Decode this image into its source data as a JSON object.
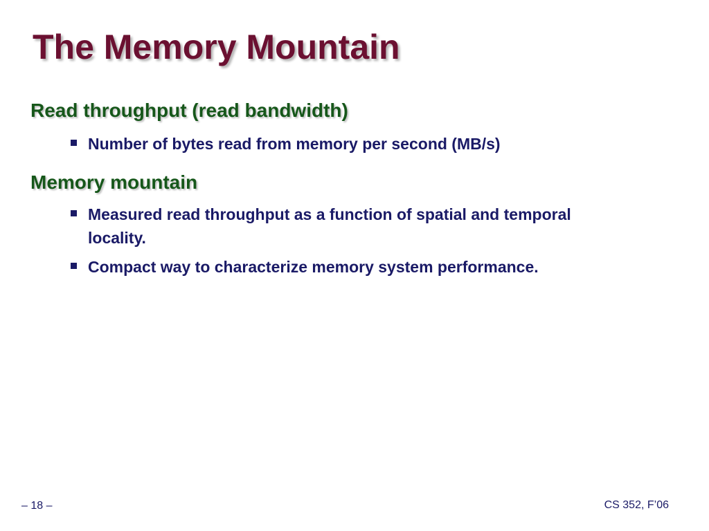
{
  "slide": {
    "title": "The Memory Mountain",
    "sections": [
      {
        "heading": "Read throughput (read bandwidth)",
        "bullets": [
          "Number of bytes read from memory per second (MB/s)"
        ]
      },
      {
        "heading": "Memory mountain",
        "bullets": [
          "Measured read throughput as a function of spatial and temporal locality.",
          "Compact way to characterize memory system performance."
        ]
      }
    ],
    "footer": {
      "page_number": "– 18 –",
      "course": "CS 352, F’06"
    }
  },
  "colors": {
    "title": "#6b1031",
    "heading": "#16571a",
    "body_text": "#1a1a66",
    "background": "#ffffff"
  }
}
